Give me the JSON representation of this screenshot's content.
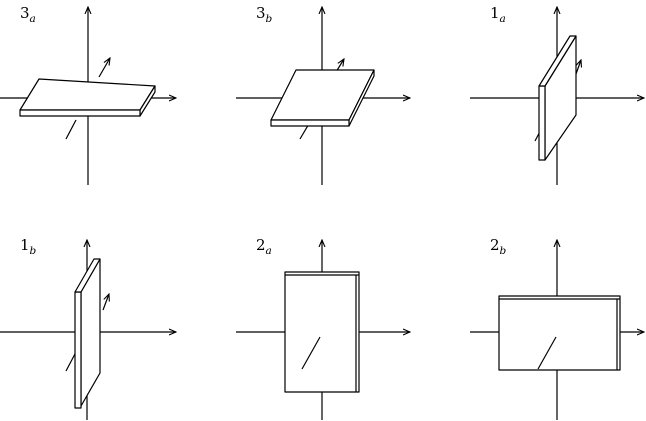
{
  "panels": [
    {
      "id": "3a",
      "label": "3",
      "sub": "a"
    },
    {
      "id": "3b",
      "label": "3",
      "sub": "b"
    },
    {
      "id": "1a",
      "label": "1",
      "sub": "a"
    },
    {
      "id": "1b",
      "label": "1",
      "sub": "b"
    },
    {
      "id": "2a",
      "label": "2",
      "sub": "a"
    },
    {
      "id": "2b",
      "label": "2",
      "sub": "b"
    }
  ]
}
